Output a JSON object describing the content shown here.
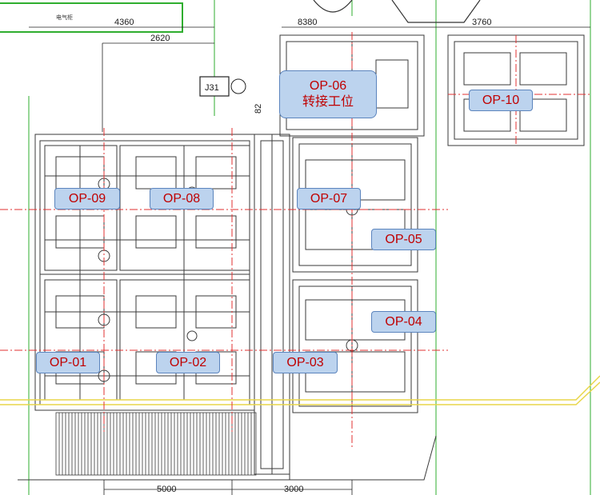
{
  "dimensions": {
    "d4360": "4360",
    "d2620": "2620",
    "d8380": "8380",
    "d3760": "3760",
    "d82": "82",
    "d5000": "5000",
    "d3000": "3000"
  },
  "top_note": "电气柜",
  "marker": "J31",
  "stations": {
    "op01": "OP-01",
    "op02": "OP-02",
    "op03": "OP-03",
    "op04": "OP-04",
    "op05": "OP-05",
    "op06": "OP-06",
    "op06_sub": "转接工位",
    "op07": "OP-07",
    "op08": "OP-08",
    "op09": "OP-09",
    "op10": "OP-10"
  },
  "colors": {
    "label_fill": "#bcd3ee",
    "label_border": "#5b84bd",
    "label_text": "#c00000",
    "centerline": "#e03030",
    "green_line": "#2fae2f",
    "yellow_line": "#e8d64a"
  }
}
